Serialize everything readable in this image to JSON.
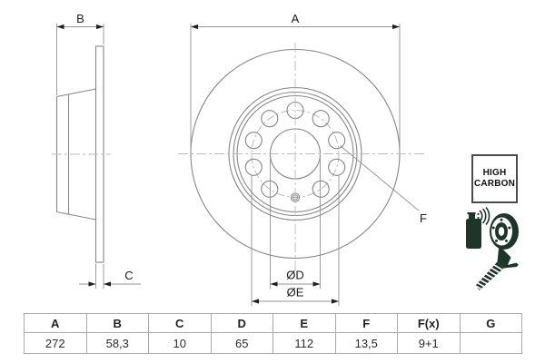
{
  "drawing": {
    "labels": {
      "a": "A",
      "b": "B",
      "c": "C",
      "diam_d": "ØD",
      "diam_e": "ØE",
      "f": "F"
    }
  },
  "badges": {
    "high_carbon_line1": "HIGH",
    "high_carbon_line2": "CARBON"
  },
  "table": {
    "headers": [
      "A",
      "B",
      "C",
      "D",
      "E",
      "F",
      "F(x)",
      "G"
    ],
    "values": [
      "272",
      "58,3",
      "10",
      "65",
      "112",
      "13,5",
      "9+1",
      ""
    ]
  },
  "colors": {
    "drawing_line": "#878787",
    "centerline": "#bcbcbc",
    "dimension_text": "#1a1a1a",
    "icon_dark": "#1e3629",
    "table_border": "#ababab",
    "background": "#ffffff"
  }
}
